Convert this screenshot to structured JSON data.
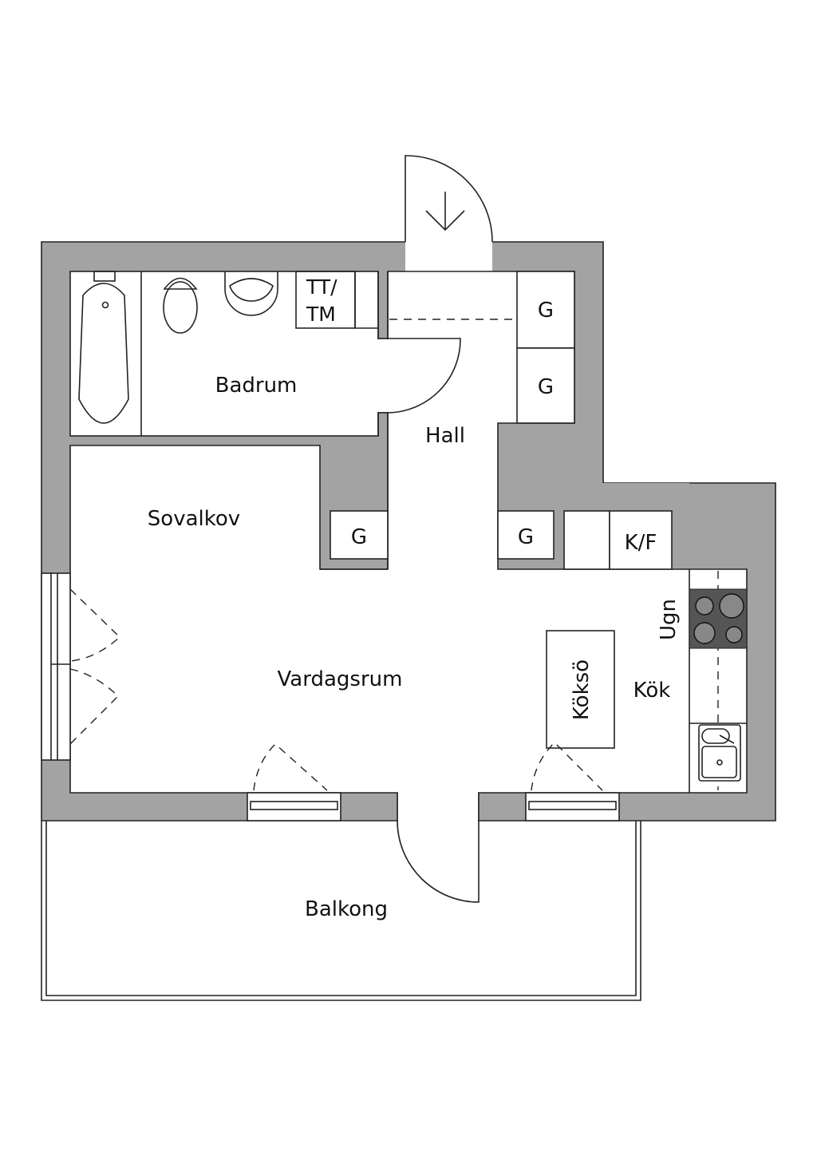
{
  "colors": {
    "wall": "#a3a3a3",
    "stove": "#555555",
    "line": "#222222"
  },
  "rooms": {
    "badrum": "Badrum",
    "hall": "Hall",
    "sovalkov": "Sovalkov",
    "vardagsrum": "Vardagsrum",
    "kok": "Kök",
    "balkong": "Balkong"
  },
  "fixtures": {
    "tt_line1": "TT/",
    "tt_line2": "TM",
    "closet": "G",
    "kf": "K/F",
    "ugn": "Ugn",
    "island": "Köksö"
  },
  "icons": {
    "entrance": "arrow-down-icon"
  }
}
